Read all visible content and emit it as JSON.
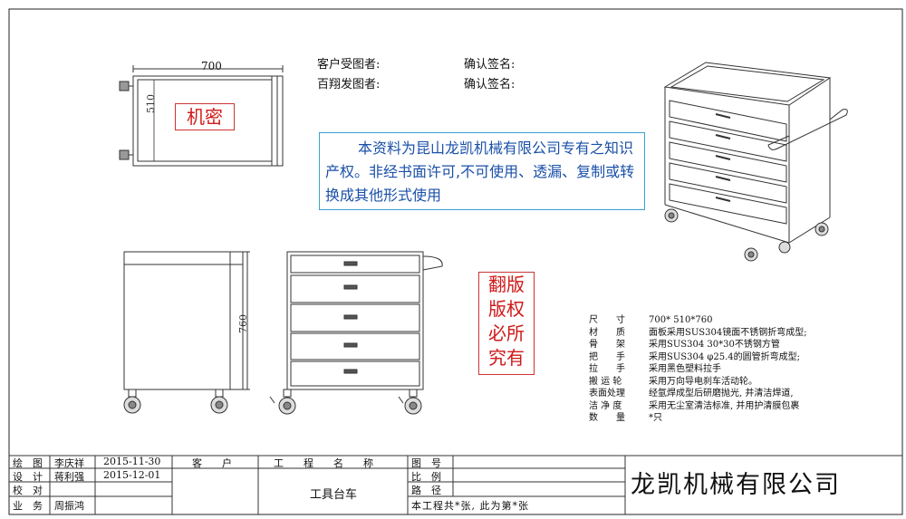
{
  "dimensions": {
    "width": "700",
    "depth": "510",
    "height": "760"
  },
  "signatures": {
    "customer_receiver": "客户受图者:",
    "customer_confirm": "确认签名:",
    "supplier_sender": "百翔发图者:",
    "supplier_confirm": "确认签名:"
  },
  "notice": "本资料为昆山龙凯机械有限公司专有之知识产权。非经书面许可,不可使用、透漏、复制或转换成其他形式使用",
  "stamps": {
    "confidential": "机密",
    "copyright": [
      "翻版",
      "版权",
      "必所",
      "究有"
    ]
  },
  "specs": [
    {
      "key": "尺　　寸",
      "value": "700* 510*760"
    },
    {
      "key": "材　　质",
      "value": "面板采用SUS304镜面不锈钢折弯成型;"
    },
    {
      "key": "骨　　架",
      "value": "采用SUS304  30*30不锈钢方管"
    },
    {
      "key": "把　　手",
      "value": "采用SUS304  φ25.4的圆管折弯成型;"
    },
    {
      "key": "拉　　手",
      "value": "采用黑色塑料拉手"
    },
    {
      "key": "搬 运 轮",
      "value": "采用万向导电刹车活动轮。"
    },
    {
      "key": "表面处理",
      "value": "经氩焊成型后研磨抛光, 并清洁焊道,"
    },
    {
      "key": "洁 净 度",
      "value": "采用无尘室清洁标准, 并用护清膜包裹"
    },
    {
      "key": "数　　量",
      "value": "*只"
    }
  ],
  "title_block": {
    "rows": [
      {
        "label": "绘　图",
        "name": "李庆祥",
        "date": "2015-11-30"
      },
      {
        "label": "设　计",
        "name": "蒋利强",
        "date": "2015-12-01"
      },
      {
        "label": "校　对",
        "name": "",
        "date": ""
      },
      {
        "label": "业　务",
        "name": "周振鸿",
        "date": ""
      }
    ],
    "customer_header": "客　　户",
    "project_header": "工　　程　　名　　称",
    "project_name": "工具台车",
    "drawing_no_label": "图　号",
    "scale_label": "比　例",
    "path_label": "路　径",
    "sheet_info": "本工程共*张, 此为第*张",
    "company": "龙凯机械有限公司"
  }
}
